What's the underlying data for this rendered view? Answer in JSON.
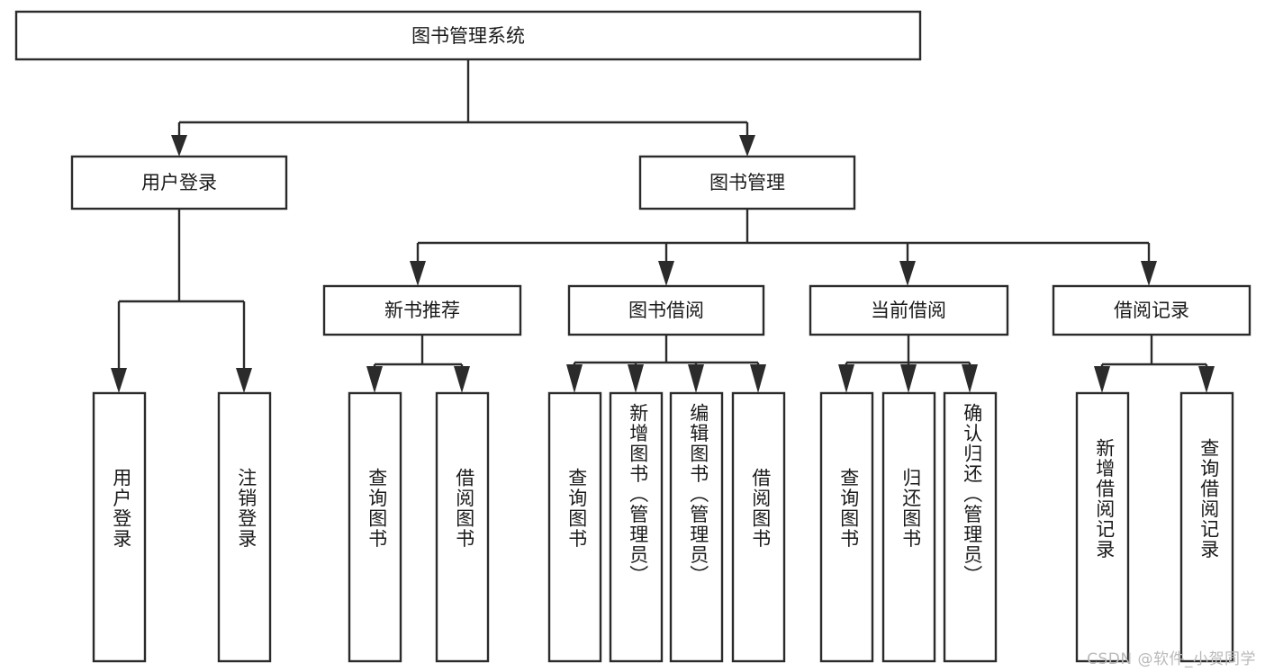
{
  "diagram": {
    "title": "图书管理系统",
    "type": "hierarchy-tree",
    "root": {
      "id": "root",
      "label": "图书管理系统"
    },
    "level1": [
      {
        "id": "user-login",
        "label": "用户登录"
      },
      {
        "id": "book-manage",
        "label": "图书管理"
      }
    ],
    "level2": [
      {
        "id": "new-book-rec",
        "label": "新书推荐",
        "parent": "book-manage"
      },
      {
        "id": "book-borrow",
        "label": "图书借阅",
        "parent": "book-manage"
      },
      {
        "id": "current-borrow",
        "label": "当前借阅",
        "parent": "book-manage"
      },
      {
        "id": "borrow-record",
        "label": "借阅记录",
        "parent": "book-manage"
      }
    ],
    "leaves": [
      {
        "id": "leaf-user-login",
        "label": "用户登录",
        "parent": "user-login"
      },
      {
        "id": "leaf-logout",
        "label": "注销登录",
        "parent": "user-login"
      },
      {
        "id": "leaf-query-book-1",
        "label": "查询图书",
        "parent": "new-book-rec"
      },
      {
        "id": "leaf-borrow-book-1",
        "label": "借阅图书",
        "parent": "new-book-rec"
      },
      {
        "id": "leaf-query-book-2",
        "label": "查询图书",
        "parent": "book-borrow"
      },
      {
        "id": "leaf-add-book",
        "label": "新增图书（管理员）",
        "parent": "book-borrow"
      },
      {
        "id": "leaf-edit-book",
        "label": "编辑图书（管理员）",
        "parent": "book-borrow"
      },
      {
        "id": "leaf-borrow-book-2",
        "label": "借阅图书",
        "parent": "book-borrow"
      },
      {
        "id": "leaf-query-book-3",
        "label": "查询图书",
        "parent": "current-borrow"
      },
      {
        "id": "leaf-return-book",
        "label": "归还图书",
        "parent": "current-borrow"
      },
      {
        "id": "leaf-confirm-return",
        "label": "确认归还（管理员）",
        "parent": "current-borrow"
      },
      {
        "id": "leaf-add-record",
        "label": "新增借阅记录",
        "parent": "borrow-record"
      },
      {
        "id": "leaf-query-record",
        "label": "查询借阅记录",
        "parent": "borrow-record"
      }
    ],
    "colors": {
      "stroke": "#2b2b2b",
      "fill": "#ffffff",
      "text": "#1a1a1a",
      "background": "#ffffff",
      "watermark": "#b9b9b9"
    }
  },
  "watermark": {
    "text": "CSDN @软件_小贺同学"
  }
}
